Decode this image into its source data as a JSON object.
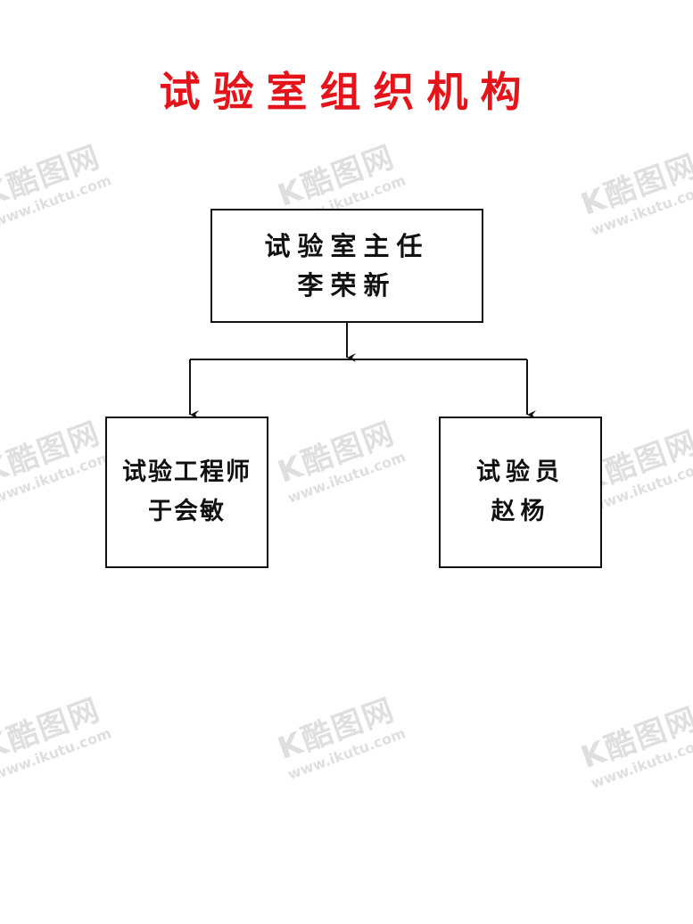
{
  "title": "试验室组织机构",
  "nodes": {
    "top": {
      "role": "试验室主任",
      "name": "李荣新"
    },
    "left": {
      "role": "试验工程师",
      "name": "于会敏"
    },
    "right": {
      "role": "试验员",
      "name": "赵杨"
    }
  },
  "watermark": {
    "logo": "K酷图网",
    "url": "www.ikutu.com"
  },
  "colors": {
    "title": "#e5141b",
    "lines": "#111111"
  }
}
